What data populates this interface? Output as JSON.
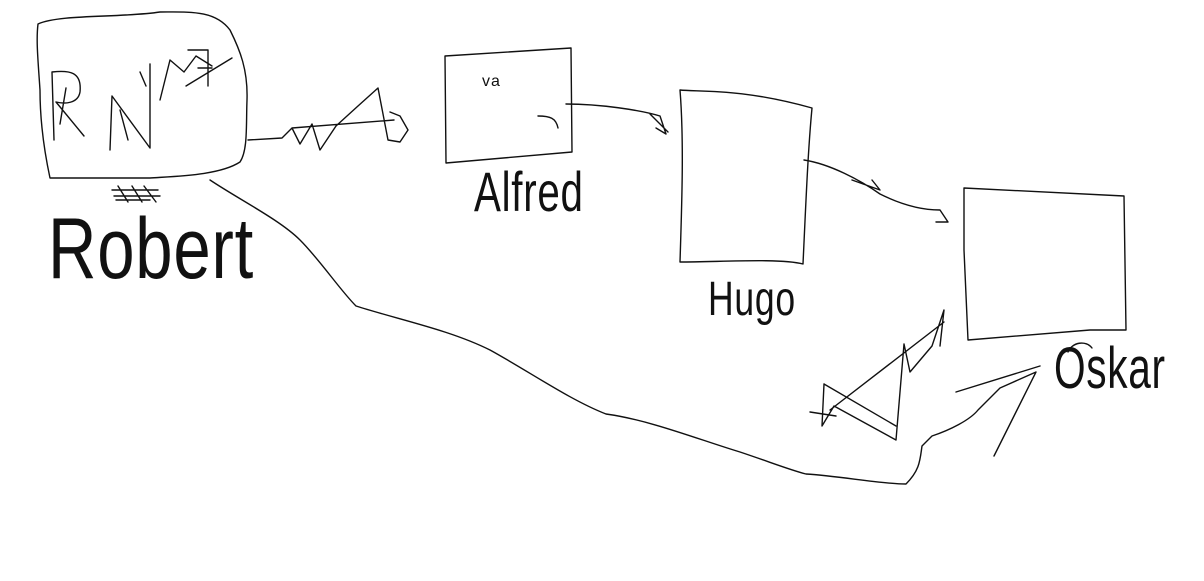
{
  "nodes": {
    "robert": {
      "label": "Robert",
      "inner_text": "RN"
    },
    "alfred": {
      "label": "Alfred",
      "inner_text": "va"
    },
    "hugo": {
      "label": "Hugo"
    },
    "oskar": {
      "label": "Oskar"
    }
  },
  "ink_color": "#111111",
  "background_color": "#ffffff"
}
